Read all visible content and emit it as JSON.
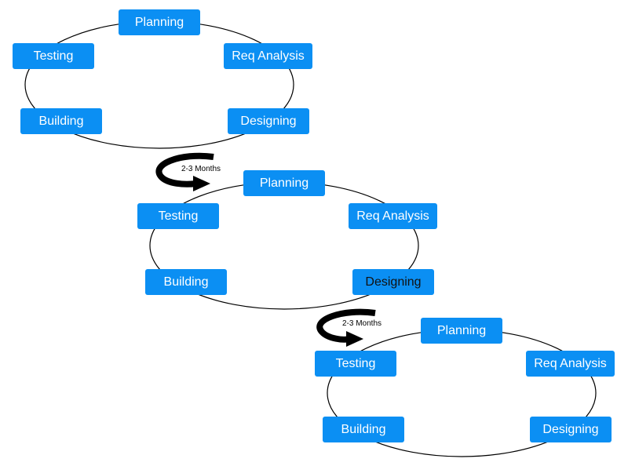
{
  "cycles": [
    {
      "planning": "Planning",
      "req_analysis": "Req Analysis",
      "designing": "Designing",
      "building": "Building",
      "testing": "Testing"
    },
    {
      "planning": "Planning",
      "req_analysis": "Req Analysis",
      "designing": "Designing",
      "building": "Building",
      "testing": "Testing"
    },
    {
      "planning": "Planning",
      "req_analysis": "Req Analysis",
      "designing": "Designing",
      "building": "Building",
      "testing": "Testing"
    }
  ],
  "transitions": [
    {
      "label": "2-3 Months"
    },
    {
      "label": "2-3 Months"
    }
  ],
  "colors": {
    "box_fill": "#0b8ff3",
    "box_text": "#ffffff",
    "highlight_text": "#111111",
    "ellipse_stroke": "#000000",
    "arrow": "#000000"
  }
}
